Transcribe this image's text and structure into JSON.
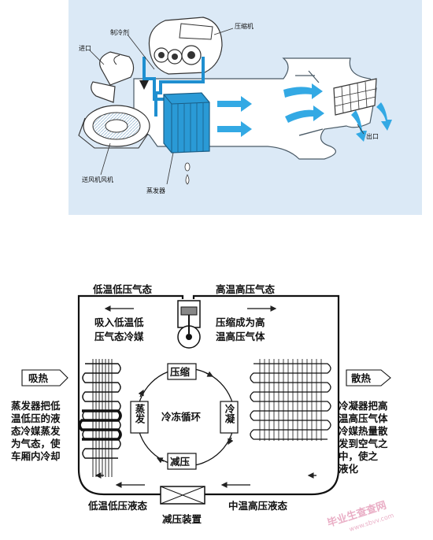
{
  "top_diagram": {
    "labels": {
      "refrigerant": "制冷剂",
      "compressor": "压缩机",
      "inlet": "进口",
      "outlet": "出口",
      "blower": "送风机风机",
      "evaporator": "蒸发器"
    },
    "colors": {
      "panel": "#dbe9f6",
      "accent": "#1f8fd0",
      "arrow": "#33a9e4"
    }
  },
  "cycle_diagram": {
    "top_left": "低温低压气态",
    "top_right": "高温高压气态",
    "inner_top_left": [
      "吸入低温低",
      "压气态冷媒"
    ],
    "inner_top_right": [
      "压缩成为高",
      "温高压气体"
    ],
    "left_badge": "吸热",
    "right_badge": "散热",
    "left_desc": [
      "蒸发器把低",
      "温低压的液",
      "态冷媒蒸发",
      "为气态，使",
      "车厢内冷却"
    ],
    "right_desc": [
      "冷凝器把高",
      "温高压气体",
      "冷媒热量散",
      "发到空气之",
      "中，使之",
      "液化"
    ],
    "center": "冷冻循环",
    "stage_compress": "压缩",
    "stage_condense": "冷凝",
    "stage_decompress": "减压",
    "stage_evaporate": "蒸发",
    "bottom_left": "低温低压液态",
    "bottom_right": "中温高压液态",
    "bottom_center": "减压装置",
    "watermark_cn": "毕业生查查网",
    "watermark_url": "www.sbvv.com"
  }
}
